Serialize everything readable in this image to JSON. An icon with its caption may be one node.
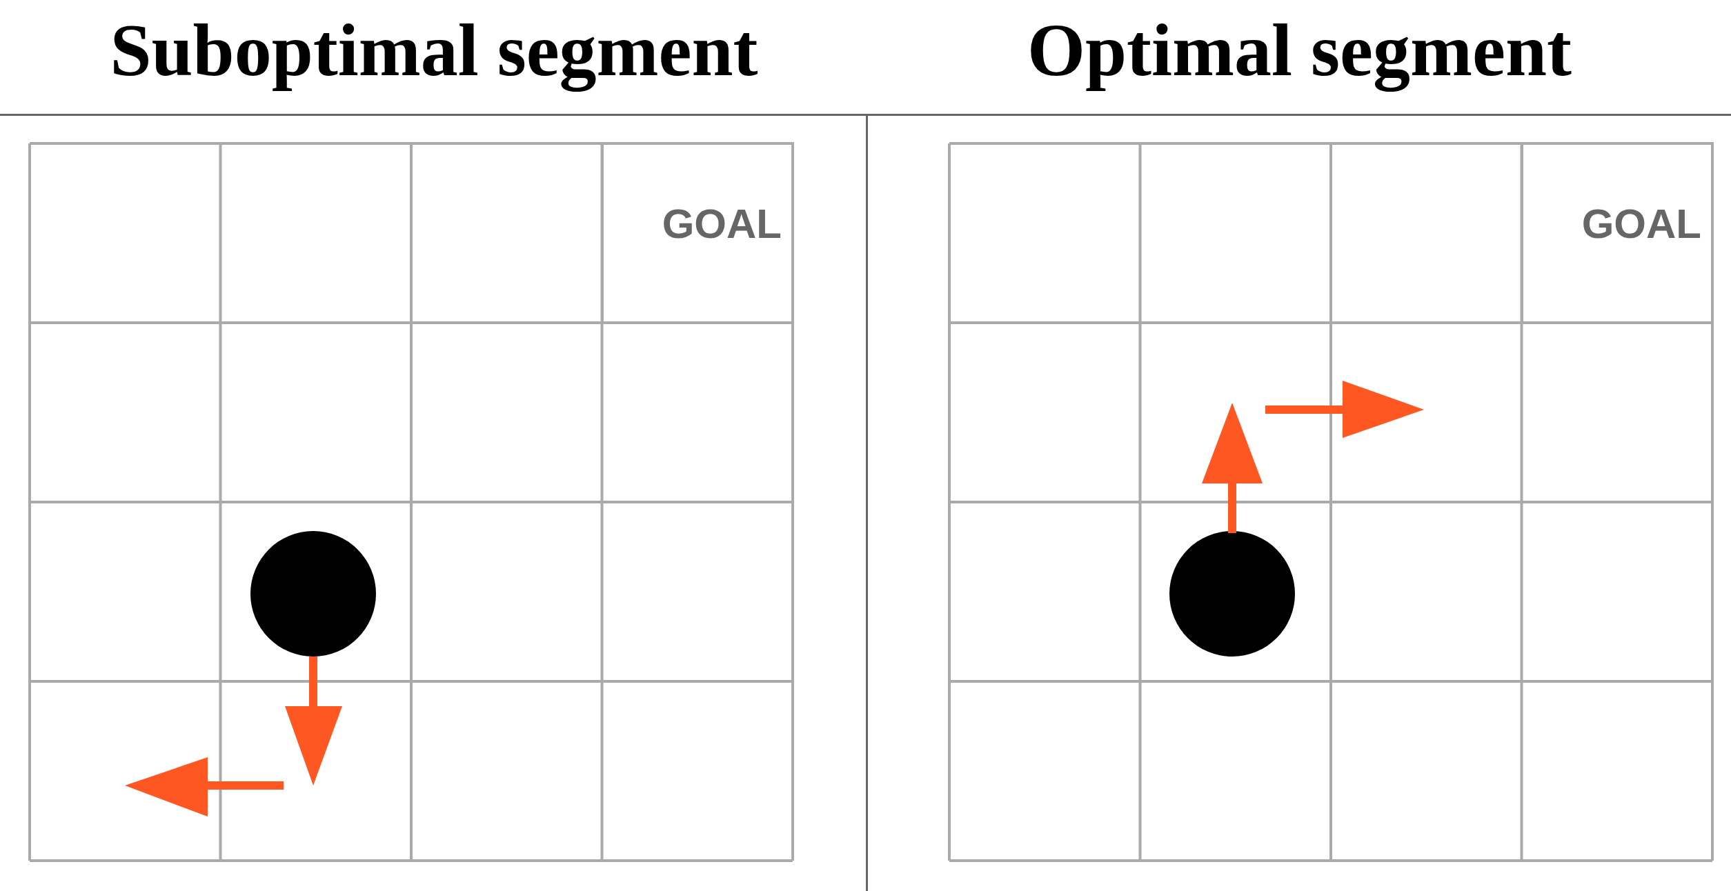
{
  "diagram": {
    "nodes": [
      {
        "text": [
          "Suboptimal segment"
        ]
      },
      {
        "text": [
          "GOAL"
        ],
        "in": 0
      },
      {
        "text": [],
        "shape": "circle",
        "in": 0
      },
      {
        "text": [
          "Optimal segment"
        ]
      },
      {
        "text": [
          "GOAL"
        ],
        "in": 3
      },
      {
        "text": [],
        "shape": "circle",
        "in": 3
      }
    ]
  }
}
